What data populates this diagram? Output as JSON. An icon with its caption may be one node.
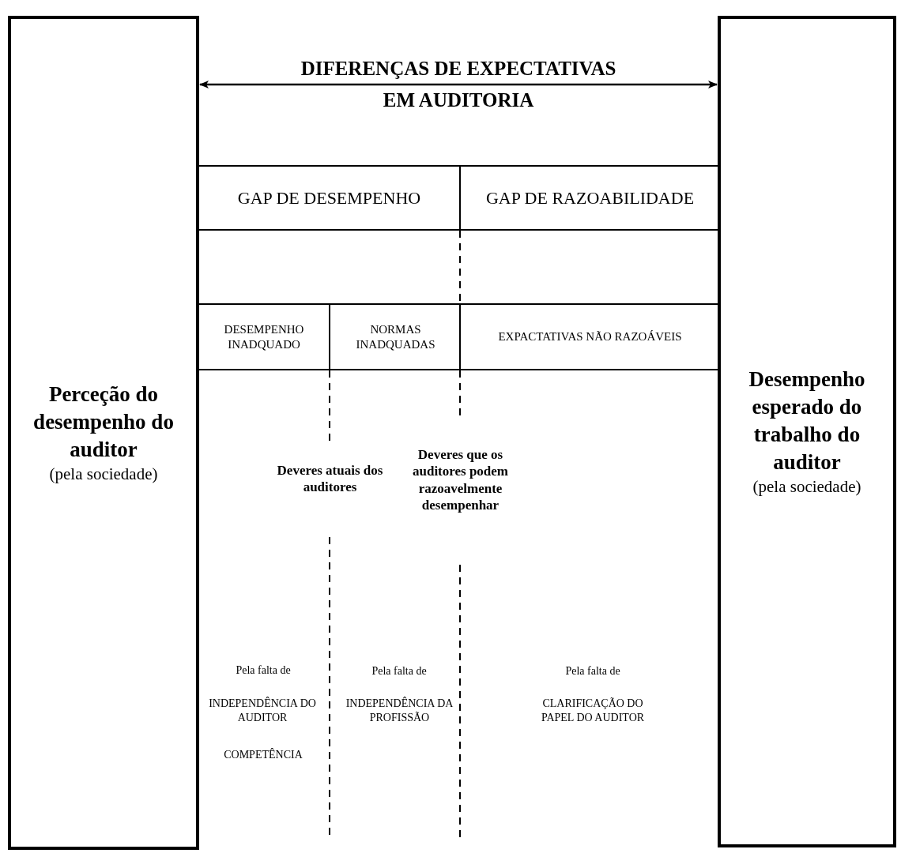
{
  "diagram": {
    "nodes": [
      {
        "text": [
          "Perceção do desempenho do auditor",
          "(pela sociedade)"
        ]
      },
      {
        "text": [
          "Desempenho esperado do trabalho do auditor",
          "(pela sociedade)"
        ]
      },
      {
        "text": [
          "GAP DE DESEMPENHO"
        ]
      },
      {
        "text": [
          "GAP DE RAZOABILIDADE"
        ]
      },
      {
        "text": [
          "DESEMPENHO INADQUADO"
        ]
      },
      {
        "text": [
          "NORMAS INADQUADAS"
        ]
      },
      {
        "text": [
          "EXPACTATIVAS NÃO RAZOÁVEIS"
        ]
      }
    ],
    "edges": [
      {
        "from": 0,
        "to": 1,
        "arrow": "both",
        "label": "DIFERENÇAS DE EXPECTATIVAS EM AUDITORIA"
      }
    ],
    "labels": [
      "Deveres atuais dos auditores",
      "Deveres que os auditores podem razoavelmente desempenhar",
      "Pela falta de",
      "Pela falta de",
      "Pela falta de",
      "INDEPENDÊNCIA DO AUDITOR",
      "INDEPENDÊNCIA DA PROFISSÃO",
      "CLARIFICAÇÃO DO PAPEL DO AUDITOR",
      "COMPETÊNCIA"
    ]
  }
}
